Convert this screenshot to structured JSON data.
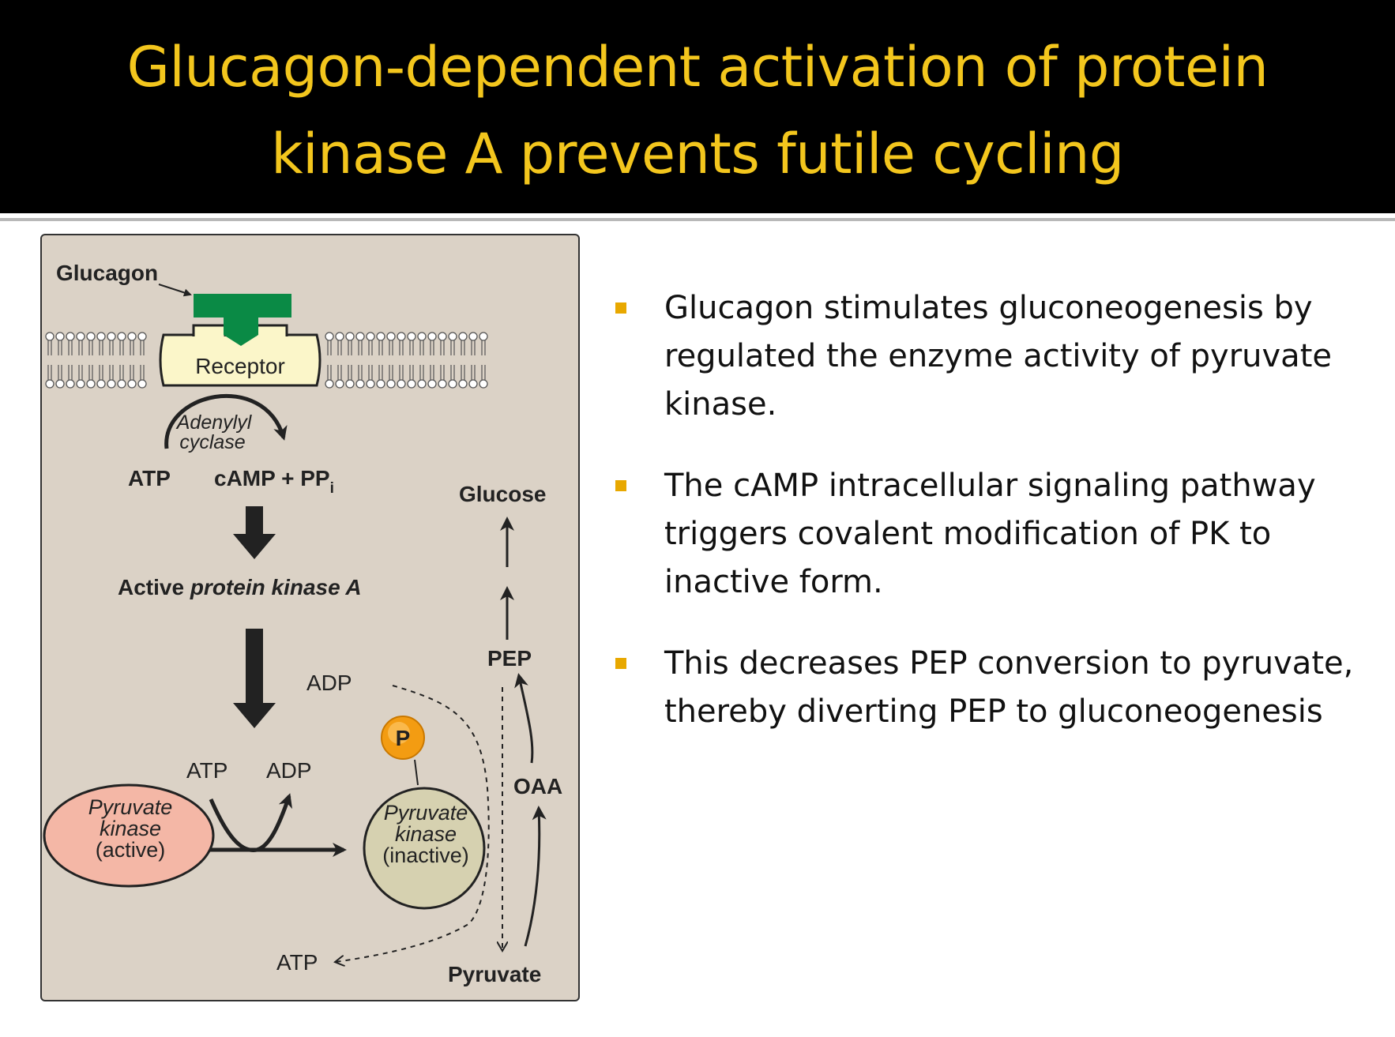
{
  "slide": {
    "title_line1": "Glucagon-dependent activation of protein",
    "title_line2": "kinase A prevents futile cycling",
    "accent_color": "#f3c61d",
    "bullet_color": "#e8a800"
  },
  "figure": {
    "glucagon": "Glucagon",
    "receptor": "Receptor",
    "adenylyl": "Adenylyl",
    "cyclase": "cyclase",
    "atp_top": "ATP",
    "camp_pp": "cAMP + PP",
    "camp_sub": "i",
    "active": "Active ",
    "protein_kinase_a": "protein kinase A",
    "atp_mid": "ATP",
    "adp_mid": "ADP",
    "pk_active_1": "Pyruvate",
    "pk_active_2": "kinase",
    "pk_active_3": "(active)",
    "p_badge": "P",
    "pk_inactive_1": "Pyruvate",
    "pk_inactive_2": "kinase",
    "pk_inactive_3": "(inactive)",
    "adp_dashed": "ADP",
    "atp_bottom": "ATP",
    "glucose": "Glucose",
    "pep": "PEP",
    "oaa": "OAA",
    "pyruvate": "Pyruvate",
    "colors": {
      "panel": "#dbd2c6",
      "receptor_green": "#0a8a45",
      "pk_active_fill": "#f4b7a6",
      "pk_inactive_fill": "#d6d1b0",
      "phosphate_orange": "#f39c12"
    }
  },
  "bullets": [
    {
      "text": "Glucagon stimulates gluconeogenesis by regulated the enzyme activity of pyruvate kinase."
    },
    {
      "text": "The cAMP intracellular signaling pathway triggers covalent modification of PK to inactive form."
    },
    {
      "text": "This decreases PEP conversion to pyruvate, thereby diverting PEP to gluconeogenesis"
    }
  ]
}
